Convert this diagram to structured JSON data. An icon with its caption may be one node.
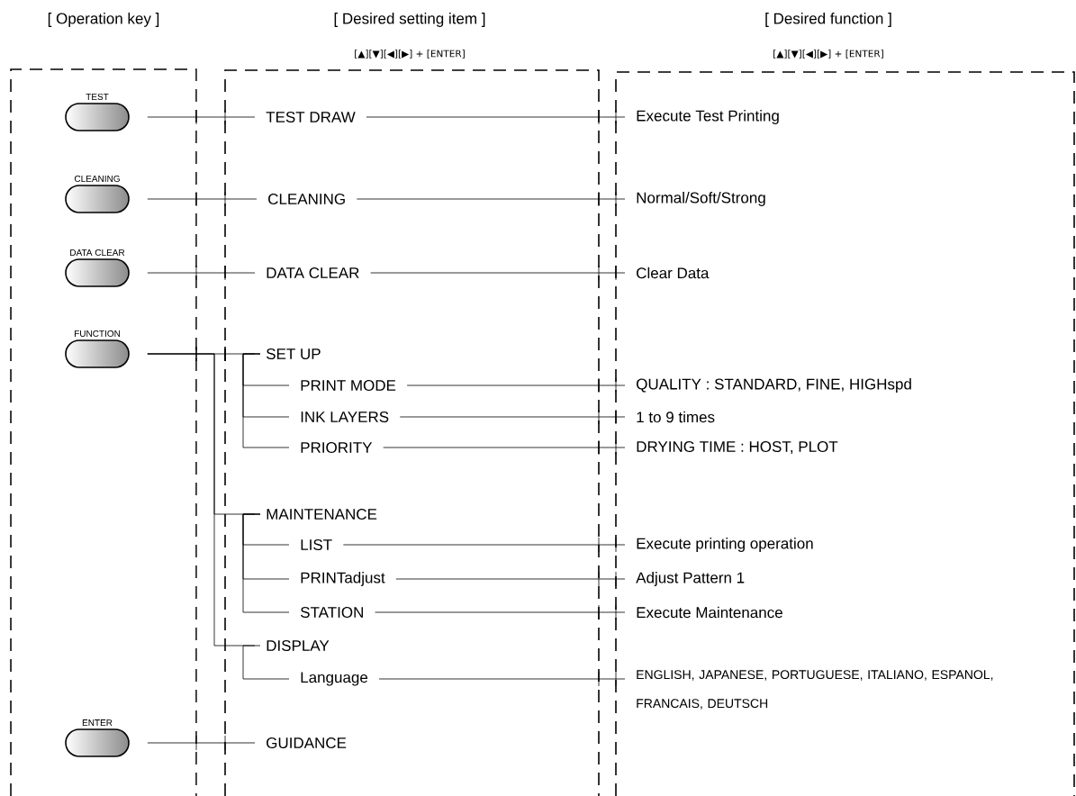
{
  "diagram": {
    "nodes": [
      {
        "text": [
          "[ Operation key ]"
        ]
      },
      {
        "text": [
          "[ Desired setting item ]",
          "[▲][▼][◀][▶] + [ENTER]"
        ]
      },
      {
        "text": [
          "[ Desired function ]",
          "[▲][▼][◀][▶] + [ENTER]"
        ]
      },
      {
        "text": [
          "TEST"
        ],
        "in": 0
      },
      {
        "text": [
          "CLEANING"
        ],
        "in": 0
      },
      {
        "text": [
          "DATA CLEAR"
        ],
        "in": 0
      },
      {
        "text": [
          "FUNCTION"
        ],
        "in": 0
      },
      {
        "text": [
          "ENTER"
        ],
        "in": 0
      },
      {
        "text": [
          "TEST DRAW"
        ],
        "in": 1
      },
      {
        "text": [
          "CLEANING"
        ],
        "in": 1
      },
      {
        "text": [
          "DATA CLEAR"
        ],
        "in": 1
      },
      {
        "text": [
          "SET UP"
        ],
        "in": 1
      },
      {
        "text": [
          "PRINT MODE"
        ],
        "in": 1
      },
      {
        "text": [
          "INK LAYERS"
        ],
        "in": 1
      },
      {
        "text": [
          "PRIORITY"
        ],
        "in": 1
      },
      {
        "text": [
          "MAINTENANCE"
        ],
        "in": 1
      },
      {
        "text": [
          "LIST"
        ],
        "in": 1
      },
      {
        "text": [
          "PRINTadjust"
        ],
        "in": 1
      },
      {
        "text": [
          "STATION"
        ],
        "in": 1
      },
      {
        "text": [
          "DISPLAY"
        ],
        "in": 1
      },
      {
        "text": [
          "Language"
        ],
        "in": 1
      },
      {
        "text": [
          "GUIDANCE"
        ],
        "in": 1
      },
      {
        "text": [
          "Execute Test Printing"
        ],
        "in": 2
      },
      {
        "text": [
          "Normal/Soft/Strong"
        ],
        "in": 2
      },
      {
        "text": [
          "Clear Data"
        ],
        "in": 2
      },
      {
        "text": [
          "QUALITY : STANDARD, FINE, HIGHspd"
        ],
        "in": 2
      },
      {
        "text": [
          "1 to 9 times"
        ],
        "in": 2
      },
      {
        "text": [
          "DRYING TIME : HOST, PLOT"
        ],
        "in": 2
      },
      {
        "text": [
          "Execute printing operation"
        ],
        "in": 2
      },
      {
        "text": [
          "Adjust Pattern 1"
        ],
        "in": 2
      },
      {
        "text": [
          "Execute Maintenance"
        ],
        "in": 2
      },
      {
        "text": [
          "ENGLISH, JAPANESE, PORTUGUESE, ITALIANO, ESPANOL, FRANCAIS, DEUTSCH"
        ],
        "in": 2
      }
    ],
    "edges": [
      {
        "from": 3,
        "to": 8,
        "arrow": "none"
      },
      {
        "from": 4,
        "to": 9,
        "arrow": "none"
      },
      {
        "from": 5,
        "to": 10,
        "arrow": "none"
      },
      {
        "from": 6,
        "to": 11,
        "arrow": "none"
      },
      {
        "from": 6,
        "to": 15,
        "arrow": "none"
      },
      {
        "from": 6,
        "to": 19,
        "arrow": "none"
      },
      {
        "from": 7,
        "to": 21,
        "arrow": "none"
      },
      {
        "from": 11,
        "to": 12,
        "arrow": "none"
      },
      {
        "from": 11,
        "to": 13,
        "arrow": "none"
      },
      {
        "from": 11,
        "to": 14,
        "arrow": "none"
      },
      {
        "from": 15,
        "to": 16,
        "arrow": "none"
      },
      {
        "from": 15,
        "to": 17,
        "arrow": "none"
      },
      {
        "from": 15,
        "to": 18,
        "arrow": "none"
      },
      {
        "from": 19,
        "to": 20,
        "arrow": "none"
      },
      {
        "from": 8,
        "to": 22,
        "arrow": "none"
      },
      {
        "from": 9,
        "to": 23,
        "arrow": "none"
      },
      {
        "from": 10,
        "to": 24,
        "arrow": "none"
      },
      {
        "from": 12,
        "to": 25,
        "arrow": "none"
      },
      {
        "from": 13,
        "to": 26,
        "arrow": "none"
      },
      {
        "from": 14,
        "to": 27,
        "arrow": "none"
      },
      {
        "from": 16,
        "to": 28,
        "arrow": "none"
      },
      {
        "from": 17,
        "to": 29,
        "arrow": "none"
      },
      {
        "from": 18,
        "to": 30,
        "arrow": "none"
      },
      {
        "from": 20,
        "to": 31,
        "arrow": "none"
      }
    ]
  }
}
